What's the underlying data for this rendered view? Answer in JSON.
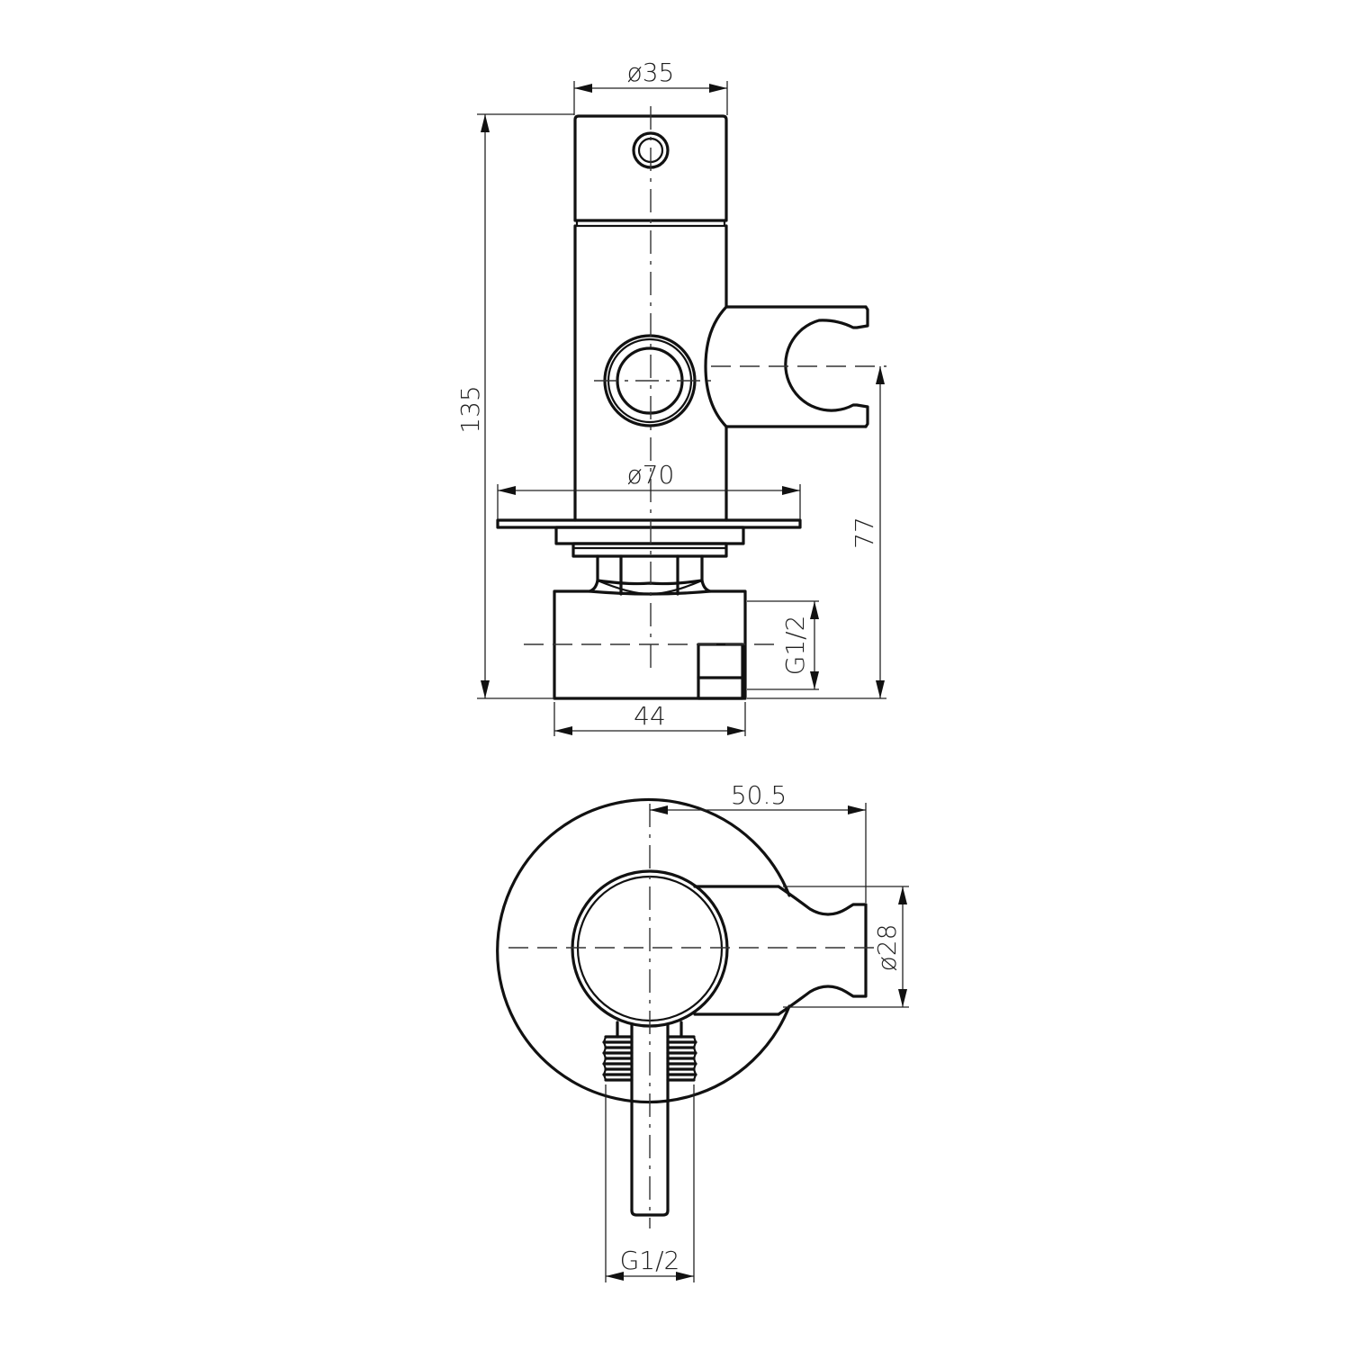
{
  "drawing": {
    "type": "technical-drawing",
    "subject": "wall-mounted shower valve with handheld holder",
    "line_color": "#111111",
    "background": "#ffffff"
  },
  "front_view": {
    "dimensions": {
      "top_diameter": "ø35",
      "total_height": "135",
      "flange_diameter": "ø70",
      "holder_height": "77",
      "inlet_thread": "G1/2",
      "body_width": "44"
    }
  },
  "side_view": {
    "dimensions": {
      "holder_offset": "50.5",
      "holder_diameter": "ø28",
      "inlet_thread": "G1/2"
    }
  }
}
